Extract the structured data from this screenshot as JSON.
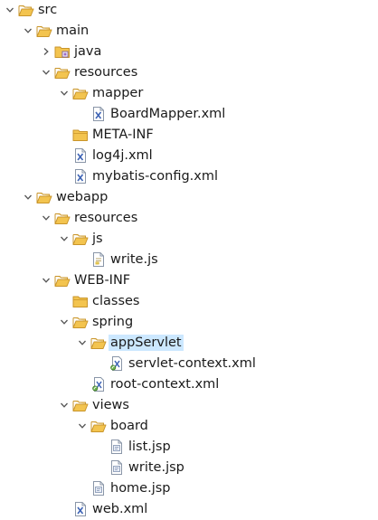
{
  "tree": {
    "items": [
      {
        "label": "src",
        "depth": 0,
        "kind": "folder",
        "expanded": true,
        "icon": "folder-open-icon"
      },
      {
        "label": "main",
        "depth": 1,
        "kind": "folder",
        "expanded": true,
        "icon": "folder-open-icon"
      },
      {
        "label": "java",
        "depth": 2,
        "kind": "folder",
        "expanded": false,
        "icon": "source-folder-icon"
      },
      {
        "label": "resources",
        "depth": 2,
        "kind": "folder",
        "expanded": true,
        "icon": "folder-open-icon"
      },
      {
        "label": "mapper",
        "depth": 3,
        "kind": "folder",
        "expanded": true,
        "icon": "folder-open-icon"
      },
      {
        "label": "BoardMapper.xml",
        "depth": 4,
        "kind": "file",
        "icon": "xml-file-icon"
      },
      {
        "label": "META-INF",
        "depth": 3,
        "kind": "folder",
        "expanded": null,
        "icon": "folder-icon"
      },
      {
        "label": "log4j.xml",
        "depth": 3,
        "kind": "file",
        "icon": "xml-file-icon"
      },
      {
        "label": "mybatis-config.xml",
        "depth": 3,
        "kind": "file",
        "icon": "xml-file-icon"
      },
      {
        "label": "webapp",
        "depth": 1,
        "kind": "folder",
        "expanded": true,
        "icon": "folder-open-icon"
      },
      {
        "label": "resources",
        "depth": 2,
        "kind": "folder",
        "expanded": true,
        "icon": "folder-open-icon"
      },
      {
        "label": "js",
        "depth": 3,
        "kind": "folder",
        "expanded": true,
        "icon": "folder-open-icon"
      },
      {
        "label": "write.js",
        "depth": 4,
        "kind": "file",
        "icon": "js-file-icon"
      },
      {
        "label": "WEB-INF",
        "depth": 2,
        "kind": "folder",
        "expanded": true,
        "icon": "folder-open-icon"
      },
      {
        "label": "classes",
        "depth": 3,
        "kind": "folder",
        "expanded": null,
        "icon": "folder-icon"
      },
      {
        "label": "spring",
        "depth": 3,
        "kind": "folder",
        "expanded": true,
        "icon": "folder-open-icon"
      },
      {
        "label": "appServlet",
        "depth": 4,
        "kind": "folder",
        "expanded": true,
        "icon": "folder-open-icon",
        "selected": true
      },
      {
        "label": "servlet-context.xml",
        "depth": 5,
        "kind": "file",
        "icon": "spring-xml-file-icon"
      },
      {
        "label": "root-context.xml",
        "depth": 4,
        "kind": "file",
        "icon": "spring-xml-file-icon"
      },
      {
        "label": "views",
        "depth": 3,
        "kind": "folder",
        "expanded": true,
        "icon": "folder-open-icon"
      },
      {
        "label": "board",
        "depth": 4,
        "kind": "folder",
        "expanded": true,
        "icon": "folder-open-icon"
      },
      {
        "label": "list.jsp",
        "depth": 5,
        "kind": "file",
        "icon": "jsp-file-icon"
      },
      {
        "label": "write.jsp",
        "depth": 5,
        "kind": "file",
        "icon": "jsp-file-icon"
      },
      {
        "label": "home.jsp",
        "depth": 4,
        "kind": "file",
        "icon": "jsp-file-icon"
      },
      {
        "label": "web.xml",
        "depth": 3,
        "kind": "file",
        "icon": "xml-file-icon"
      }
    ]
  },
  "colors": {
    "folder_fill": "#f3c44f",
    "folder_stroke": "#c9952b",
    "selection": "#cce8ff",
    "xml_blue": "#3d63b5",
    "chevron": "#555555"
  }
}
